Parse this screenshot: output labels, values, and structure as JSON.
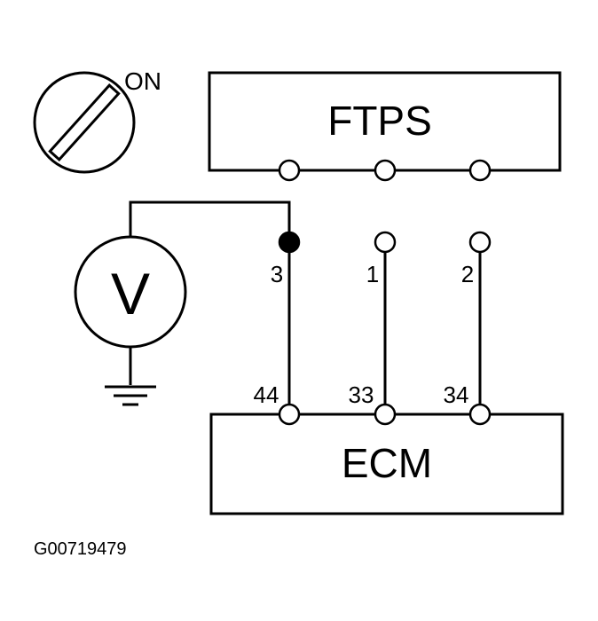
{
  "switch": {
    "state_label": "ON"
  },
  "ftps": {
    "label": "FTPS",
    "pins": [
      "3",
      "1",
      "2"
    ]
  },
  "ecm": {
    "label": "ECM",
    "pins": [
      "44",
      "33",
      "34"
    ]
  },
  "meter": {
    "symbol": "V"
  },
  "figure_code": "G00719479",
  "colors": {
    "line": "#000000",
    "background": "#ffffff"
  }
}
